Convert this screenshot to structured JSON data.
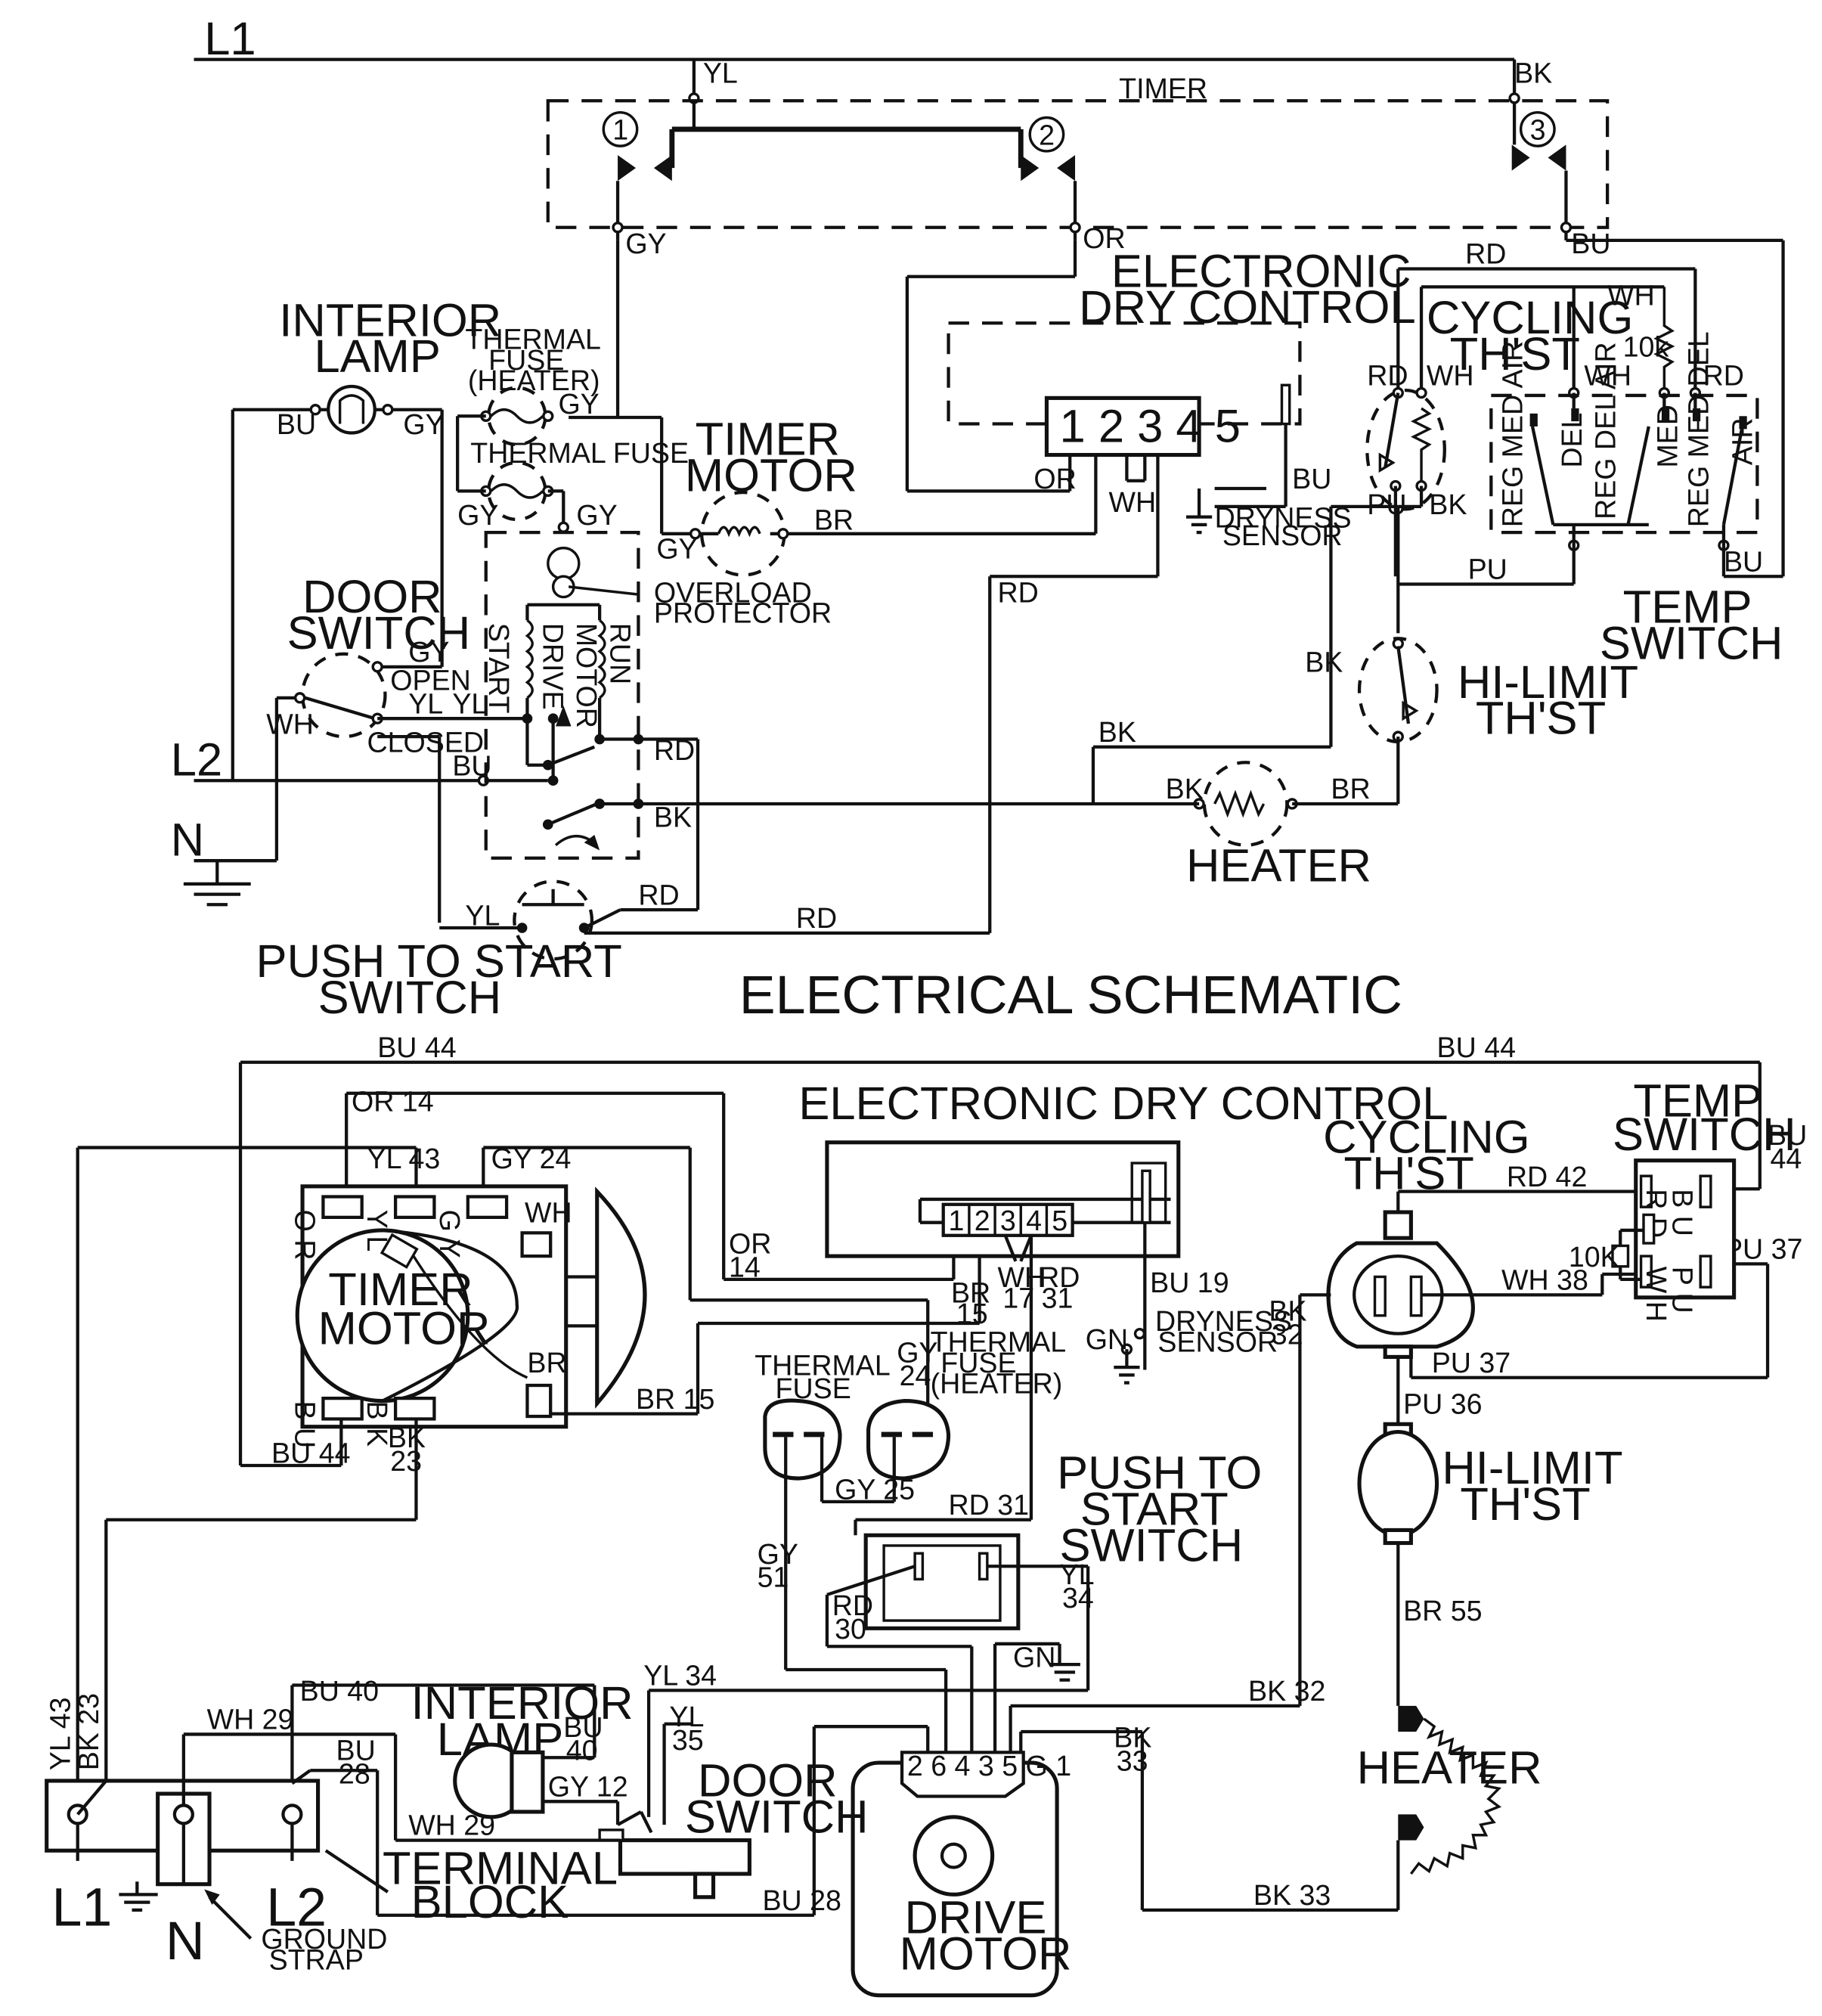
{
  "schematic": {
    "title": "ELECTRICAL SCHEMATIC",
    "line_labels": {
      "l1": "L1",
      "l2": "L2",
      "n": "N"
    },
    "timer": {
      "label": "TIMER",
      "contacts": [
        "1",
        "2",
        "3"
      ]
    },
    "components": {
      "interior_lamp": [
        "INTERIOR",
        "LAMP"
      ],
      "thermal_fuse_heater": [
        "THERMAL",
        "FUSE",
        "(HEATER)"
      ],
      "thermal_fuse": "THERMAL FUSE",
      "timer_motor": [
        "TIMER",
        "MOTOR"
      ],
      "electronic_dry_control": [
        "ELECTRONIC",
        "DRY CONTROL"
      ],
      "edc_pins": "1 2 3 4 5",
      "dryness_sensor": [
        "DRYNESS",
        "SENSOR"
      ],
      "cycling_thst": [
        "CYCLING",
        "TH'ST"
      ],
      "resistor_10k": "10k",
      "temp_switch": [
        "TEMP",
        "SWITCH"
      ],
      "temp_positions": [
        "REG MED AIR",
        "DEL",
        "REG DEL AIR",
        "MED",
        "REG MED DEL",
        "AIR"
      ],
      "door_switch": [
        "DOOR",
        "SWITCH"
      ],
      "door_open": "OPEN",
      "door_closed": "CLOSED",
      "overload_protector": [
        "OVERLOAD",
        "PROTECTOR"
      ],
      "drive_motor_vertical": [
        "START",
        "DRIVE",
        "MOTOR",
        "RUN"
      ],
      "hi_limit": [
        "HI-LIMIT",
        "TH'ST"
      ],
      "heater": "HEATER",
      "push_to_start": [
        "PUSH TO START",
        "SWITCH"
      ]
    },
    "wire_codes": {
      "yl": "YL",
      "bk": "BK",
      "gy": "GY",
      "or": "OR",
      "bu": "BU",
      "rd": "RD",
      "wh": "WH",
      "pu": "PU",
      "br": "BR"
    }
  },
  "wiring": {
    "components": {
      "timer_motor": [
        "TIMER",
        "MOTOR"
      ],
      "timer_terminals": [
        "O R",
        "Y L",
        "G Y",
        "WH",
        "B U",
        "B K",
        "BR"
      ],
      "electronic_dry_control": "ELECTRONIC DRY CONTROL",
      "edc_pins": [
        "1",
        "2",
        "3",
        "4",
        "5"
      ],
      "dryness_sensor": [
        "DRYNESS",
        "SENSOR"
      ],
      "gn": "GN",
      "cycling_thst": [
        "CYCLING",
        "TH'ST"
      ],
      "temp_switch": [
        "TEMP",
        "SWITCH"
      ],
      "temp_terminals": [
        "R D",
        "B U",
        "W H",
        "P U"
      ],
      "resistor_10k": "10K",
      "thermal_fuse": [
        "THERMAL",
        "FUSE"
      ],
      "thermal_fuse_heater": [
        "THERMAL",
        "FUSE",
        "(HEATER)"
      ],
      "push_to_start": [
        "PUSH TO",
        "START",
        "SWITCH"
      ],
      "hi_limit": [
        "HI-LIMIT",
        "TH'ST"
      ],
      "heater": "HEATER",
      "interior_lamp": [
        "INTERIOR",
        "LAMP"
      ],
      "door_switch": [
        "DOOR",
        "SWITCH"
      ],
      "terminal_block": [
        "TERMINAL",
        "BLOCK"
      ],
      "ground_strap": [
        "GROUND",
        "STRAP"
      ],
      "drive_motor": [
        "DRIVE",
        "MOTOR"
      ],
      "motor_pins": "2 6 4 3   5 G 1",
      "block_labels": {
        "l1": "L1",
        "n": "N",
        "l2": "L2"
      }
    },
    "wires": {
      "bu44": "BU 44",
      "or14": "OR 14",
      "yl43": "YL 43",
      "gy24": "GY 24",
      "or14_stack": [
        "OR",
        "14"
      ],
      "br15_stack": [
        "BR",
        "15"
      ],
      "wh17": [
        "WH",
        "17"
      ],
      "rd31_stack": [
        "RD",
        "31"
      ],
      "bu19": "BU 19",
      "br15": "BR 15",
      "bu44_stack": [
        "BU",
        "44"
      ],
      "bk23_stack": [
        "BK",
        "23"
      ],
      "gy24_stack": [
        "GY",
        "24"
      ],
      "gy25": "GY 25",
      "rd31": "RD 31",
      "gy51": [
        "GY",
        "51"
      ],
      "rd30": [
        "RD",
        "30"
      ],
      "yl34_stack": [
        "YL",
        "34"
      ],
      "rd42": "RD 42",
      "wh38": "WH 38",
      "pu37": "PU 37",
      "bk32_stack": [
        "BK",
        "32"
      ],
      "pu36": "PU 36",
      "br55": "BR 55",
      "bk32": "BK 32",
      "bk33_stack": [
        "BK",
        "33"
      ],
      "bk33": "BK 33",
      "yl43_v": "YL 43",
      "bk23_v": "BK 23",
      "bu40": "BU 40",
      "wh29": "WH 29",
      "bu28_stack": [
        "BU",
        "28"
      ],
      "bu40_stack": [
        "BU",
        "40"
      ],
      "gy12": "GY 12",
      "yl34": "YL 34",
      "yl35": [
        "YL",
        "35"
      ],
      "bu28": "BU 28"
    }
  }
}
